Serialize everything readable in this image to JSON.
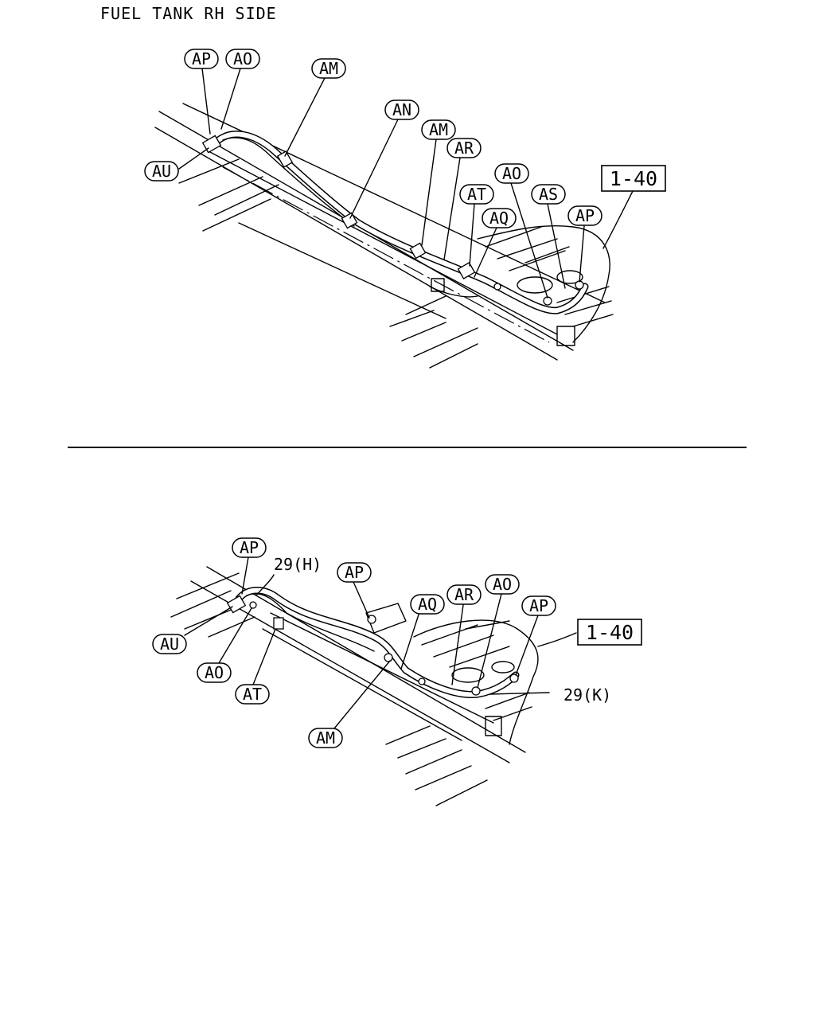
{
  "title": "FUEL TANK RH SIDE",
  "top": {
    "callouts": {
      "ap1": "AP",
      "ao1": "AO",
      "am1": "AM",
      "an": "AN",
      "am2": "AM",
      "ar": "AR",
      "at": "AT",
      "aq": "AQ",
      "ao2": "AO",
      "as": "AS",
      "ap2": "AP",
      "au": "AU"
    },
    "ref_box": "1-40"
  },
  "bottom": {
    "callouts": {
      "ap1": "AP",
      "ap2": "AP",
      "aq": "AQ",
      "ar": "AR",
      "ao1": "AO",
      "ap3": "AP",
      "au": "AU",
      "ao2": "AO",
      "at": "AT",
      "am": "AM"
    },
    "ref_box": "1-40",
    "text_29h": "29(H)",
    "text_29k": "29(K)"
  }
}
